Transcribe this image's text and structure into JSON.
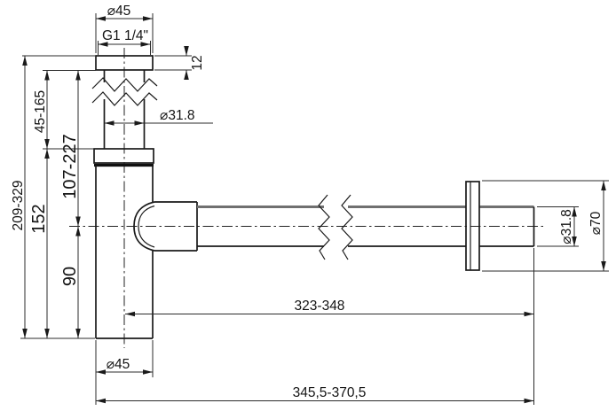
{
  "labels": {
    "top_flange_diameter": "⌀45",
    "thread_size": "G1 1/4\"",
    "flange_thickness": "12",
    "inlet_pipe_diameter": "⌀31.8",
    "height_overall": "209-329",
    "height_inlet_adjustable": "45-165",
    "height_inlet_to_outlet_axis": "107-227",
    "height_body": "152",
    "height_axis_to_bottom": "90",
    "outlet_pipe_diameter": "⌀31.8",
    "wall_rosette_diameter": "⌀70",
    "length_axis_to_outlet_end": "323-348",
    "body_diameter": "⌀45",
    "length_overall": "345,5-370,5"
  },
  "colors": {
    "object_line": "#1a1a1a",
    "dimension_line": "#2b2b2b",
    "outlet_pipe_shade": "#707070",
    "background": "#ffffff"
  }
}
